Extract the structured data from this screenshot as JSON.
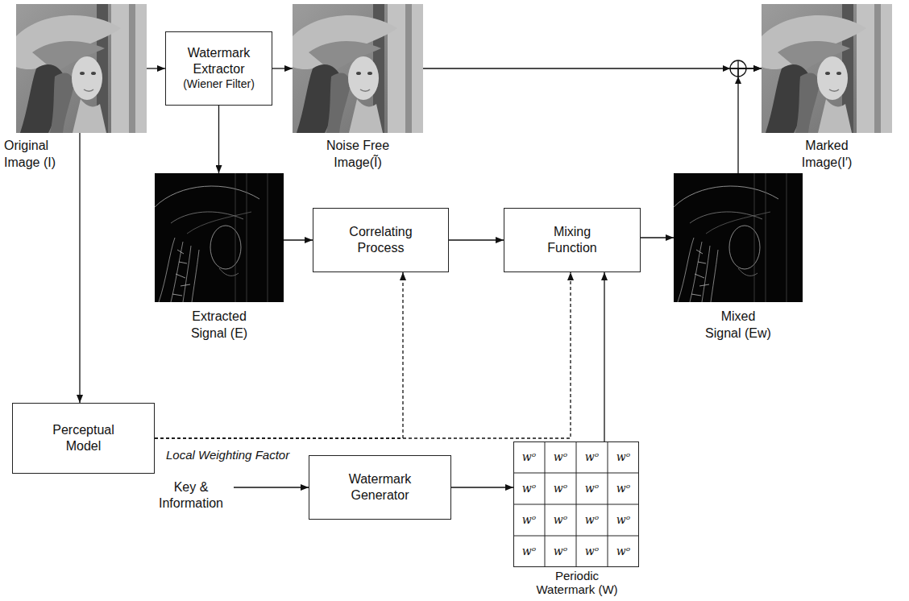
{
  "diagram": {
    "nodes": [
      {
        "text": [
          "Original Image (I)"
        ]
      },
      {
        "text": [
          "Watermark Extractor",
          "(Wiener Filter)"
        ]
      },
      {
        "text": [
          "Noise Free Image(Ĩ)"
        ]
      },
      {
        "text": [
          "Marked Image(I′)"
        ]
      },
      {
        "text": [
          "Extracted Signal (E)"
        ]
      },
      {
        "text": [
          "Correlating Process"
        ]
      },
      {
        "text": [
          "Mixing Function"
        ]
      },
      {
        "text": [
          "Mixed Signal (Ew)"
        ]
      },
      {
        "text": [
          "Perceptual Model"
        ]
      },
      {
        "text": [
          "Key & Information"
        ]
      },
      {
        "text": [
          "Watermark Generator"
        ]
      },
      {
        "text": [
          "Periodic Watermark (W)"
        ]
      }
    ],
    "edges": [
      {
        "from": 0,
        "to": 1,
        "arrow": "to"
      },
      {
        "from": 1,
        "to": 2,
        "arrow": "to"
      },
      {
        "from": 2,
        "to": 3,
        "arrow": "to"
      },
      {
        "from": 1,
        "to": 4,
        "arrow": "to"
      },
      {
        "from": 0,
        "to": 8,
        "arrow": "to"
      },
      {
        "from": 4,
        "to": 5,
        "arrow": "to"
      },
      {
        "from": 5,
        "to": 6,
        "arrow": "to"
      },
      {
        "from": 6,
        "to": 7,
        "arrow": "to"
      },
      {
        "from": 7,
        "to": 3,
        "arrow": "to"
      },
      {
        "from": 8,
        "to": 5,
        "label": "Local Weighting Factor",
        "arrow": "to"
      },
      {
        "from": 8,
        "to": 6,
        "arrow": "to"
      },
      {
        "from": 9,
        "to": 10,
        "arrow": "to"
      },
      {
        "from": 10,
        "to": 11,
        "arrow": "to"
      },
      {
        "from": 11,
        "to": 6,
        "arrow": "to"
      }
    ],
    "labels": [
      "wᵒ",
      "wᵒ",
      "wᵒ",
      "wᵒ",
      "wᵒ",
      "wᵒ",
      "wᵒ",
      "wᵒ",
      "wᵒ",
      "wᵒ",
      "wᵒ",
      "wᵒ",
      "wᵒ",
      "wᵒ",
      "wᵒ",
      "wᵒ"
    ]
  }
}
